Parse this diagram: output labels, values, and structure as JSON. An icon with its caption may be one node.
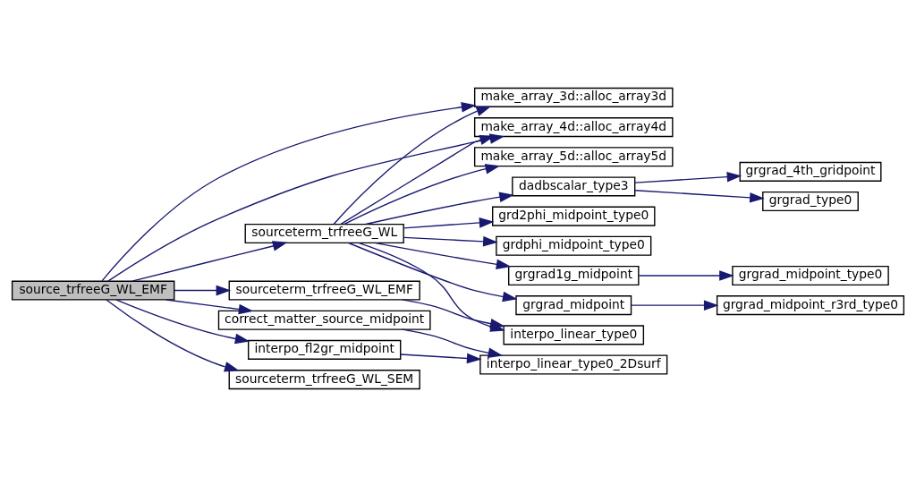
{
  "diagram": {
    "nodes": [
      {
        "text": [
          "source_trfreeG_WL_EMF"
        ]
      },
      {
        "text": [
          "make_array_3d::alloc_array3d"
        ]
      },
      {
        "text": [
          "make_array_4d::alloc_array4d"
        ]
      },
      {
        "text": [
          "make_array_5d::alloc_array5d"
        ]
      },
      {
        "text": [
          "sourceterm_trfreeG_WL"
        ]
      },
      {
        "text": [
          "dadbscalar_type3"
        ]
      },
      {
        "text": [
          "grd2phi_midpoint_type0"
        ]
      },
      {
        "text": [
          "grdphi_midpoint_type0"
        ]
      },
      {
        "text": [
          "grgrad1g_midpoint"
        ]
      },
      {
        "text": [
          "grgrad_midpoint"
        ]
      },
      {
        "text": [
          "interpo_linear_type0"
        ]
      },
      {
        "text": [
          "sourceterm_trfreeG_WL_EMF"
        ]
      },
      {
        "text": [
          "interpo_fl2gr_midpoint"
        ]
      },
      {
        "text": [
          "correct_matter_source_midpoint"
        ]
      },
      {
        "text": [
          "interpo_linear_type0_2Dsurf"
        ]
      },
      {
        "text": [
          "sourceterm_trfreeG_WL_SEM"
        ]
      },
      {
        "text": [
          "grgrad_4th_gridpoint"
        ]
      },
      {
        "text": [
          "grgrad_type0"
        ]
      },
      {
        "text": [
          "grgrad_midpoint_type0"
        ]
      },
      {
        "text": [
          "grgrad_midpoint_r3rd_type0"
        ]
      }
    ],
    "edges": [
      {
        "from": 0,
        "to": 1,
        "arrow": "to"
      },
      {
        "from": 0,
        "to": 2,
        "arrow": "to"
      },
      {
        "from": 0,
        "to": 4,
        "arrow": "to"
      },
      {
        "from": 0,
        "to": 11,
        "arrow": "to"
      },
      {
        "from": 0,
        "to": 12,
        "arrow": "to"
      },
      {
        "from": 0,
        "to": 13,
        "arrow": "to"
      },
      {
        "from": 0,
        "to": 15,
        "arrow": "to"
      },
      {
        "from": 4,
        "to": 1,
        "arrow": "to"
      },
      {
        "from": 4,
        "to": 2,
        "arrow": "to"
      },
      {
        "from": 4,
        "to": 3,
        "arrow": "to"
      },
      {
        "from": 4,
        "to": 5,
        "arrow": "to"
      },
      {
        "from": 4,
        "to": 6,
        "arrow": "to"
      },
      {
        "from": 4,
        "to": 7,
        "arrow": "to"
      },
      {
        "from": 4,
        "to": 8,
        "arrow": "to"
      },
      {
        "from": 4,
        "to": 9,
        "arrow": "to"
      },
      {
        "from": 4,
        "to": 10,
        "arrow": "to"
      },
      {
        "from": 5,
        "to": 16,
        "arrow": "to"
      },
      {
        "from": 5,
        "to": 17,
        "arrow": "to"
      },
      {
        "from": 8,
        "to": 18,
        "arrow": "to"
      },
      {
        "from": 9,
        "to": 19,
        "arrow": "to"
      },
      {
        "from": 11,
        "to": 10,
        "arrow": "to"
      },
      {
        "from": 12,
        "to": 14,
        "arrow": "to"
      },
      {
        "from": 13,
        "to": 14,
        "arrow": "to"
      }
    ]
  }
}
